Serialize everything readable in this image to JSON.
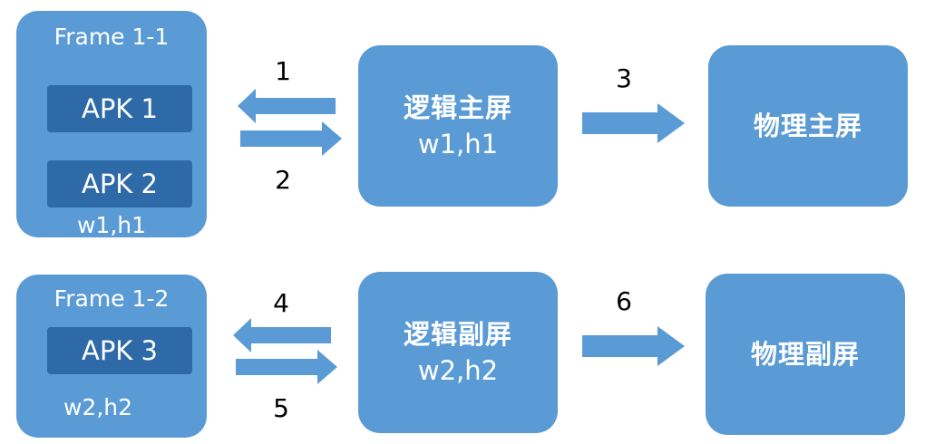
{
  "row1": {
    "frame_title": "Frame 1-1",
    "apks": [
      "APK 1",
      "APK 2"
    ],
    "frame_dims": "w1,h1",
    "logical_title": "逻辑主屏",
    "logical_dims": "w1,h1",
    "physical_title": "物理主屏",
    "arrow_labels": {
      "left": "1",
      "right": "2",
      "forward": "3"
    }
  },
  "row2": {
    "frame_title": "Frame 1-2",
    "apks": [
      "APK 3"
    ],
    "frame_dims": "w2,h2",
    "logical_title": "逻辑副屏",
    "logical_dims": "w2,h2",
    "physical_title": "物理副屏",
    "arrow_labels": {
      "left": "4",
      "right": "5",
      "forward": "6"
    }
  },
  "colors": {
    "box": "#5b9bd5",
    "apk": "#2e6aa8",
    "arrow": "#5b9bd5"
  }
}
